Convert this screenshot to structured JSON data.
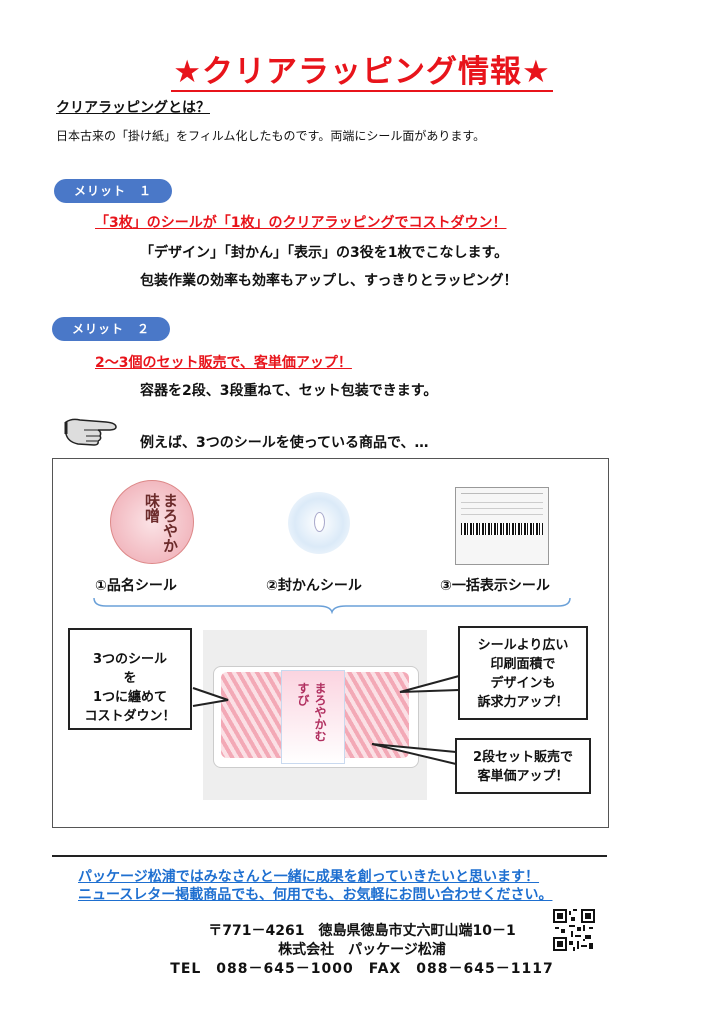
{
  "title": "★クリアラッピング情報★",
  "what_heading": "クリアラッピングとは？",
  "intro": "日本古来の「掛け紙」をフィルム化したものです。両端にシール面があります。",
  "merit1": {
    "badge": "メリット　１",
    "headline": "「3枚」のシールが「1枚」のクリアラッピングでコストダウン！",
    "line1": "「デザイン」「封かん」「表示」の3役を1枚でこなします。",
    "line2": "包装作業の効率も効率もアップし、すっきりとラッピング！"
  },
  "merit2": {
    "badge": "メリット　２",
    "headline": "2～3個のセット販売で、客単価アップ！",
    "line1": "容器を2段、3段重ねて、セット包装できます。"
  },
  "example_text": "例えば、3つのシールを使っている商品で、…",
  "stickers": {
    "label1": "①品名シール",
    "label2": "②封かんシール",
    "label3": "③一括表示シール",
    "label_circle_text": "まろやか味噌",
    "package_text": "まろやかむすび"
  },
  "callouts": {
    "left": [
      "3つのシール",
      "を",
      "1つに纏めて",
      "コストダウン！"
    ],
    "right_top": [
      "シールより広い",
      "印刷面積で",
      "デザインも",
      "訴求力アップ！"
    ],
    "right_bottom": [
      "2段セット販売で",
      "客単価アップ！"
    ]
  },
  "footer": {
    "message1": "パッケージ松浦ではみなさんと一緒に成果を創っていきたいと思います！",
    "message2": "ニュースレター掲載商品でも、何用でも、お気軽にお問い合わせください。",
    "address": "〒771－4261　徳島県徳島市丈六町山端10－1",
    "company": "株式会社　パッケージ松浦",
    "tel": "TEL　088－645－1000　FAX　088－645－1117"
  },
  "colors": {
    "red": "#e8141b",
    "blue": "#1e6fd0",
    "badge": "#4a78c8"
  }
}
